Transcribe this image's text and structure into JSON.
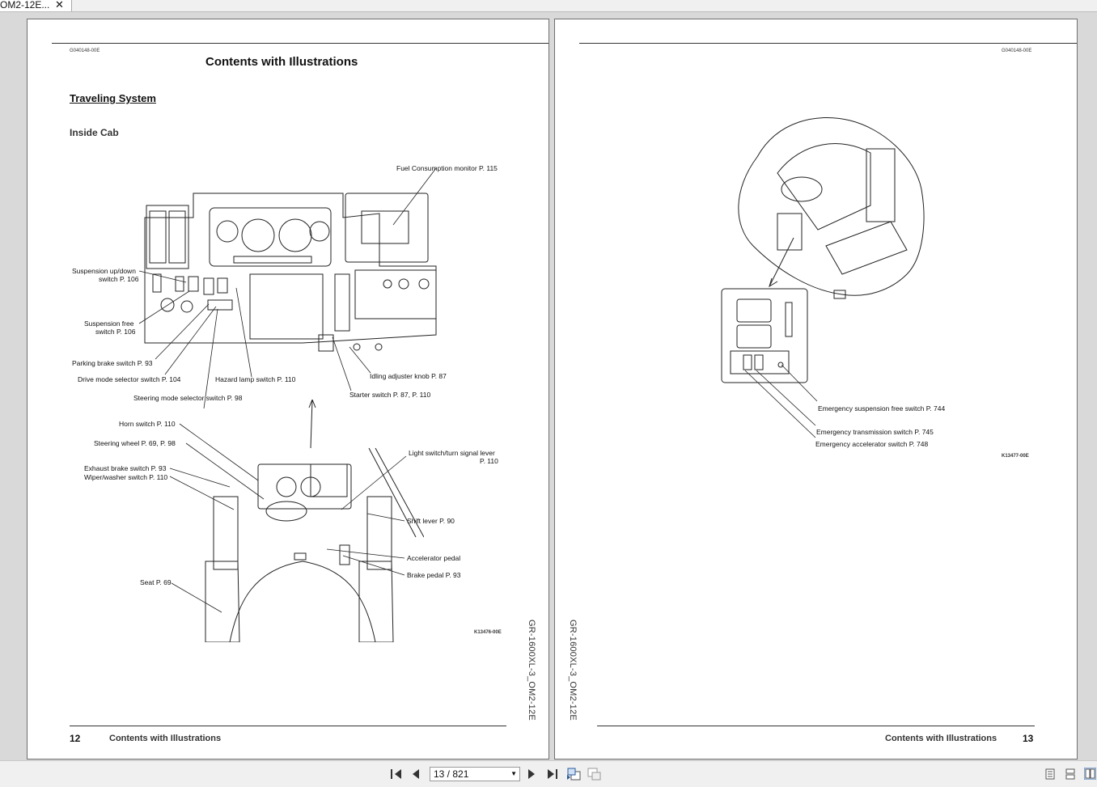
{
  "tab": {
    "title": "OM2-12E...",
    "close_glyph": "✕"
  },
  "left_page": {
    "doc_code": "G040148-00E",
    "heading": "Contents with Illustrations",
    "section": "Traveling System",
    "subsection": "Inside Cab",
    "callouts": {
      "fuel_monitor": "Fuel Consumption monitor P. 115",
      "susp_updown_1": "Suspension up/down",
      "susp_updown_2": "switch P. 106",
      "susp_free_1": "Suspension free",
      "susp_free_2": "switch P. 106",
      "parking_brake": "Parking brake switch P. 93",
      "drive_mode": "Drive mode selector switch P. 104",
      "hazard": "Hazard lamp switch P. 110",
      "idling": "Idling adjuster knob P. 87",
      "steering_mode": "Steering mode selector switch P. 98",
      "starter": "Starter switch P. 87, P. 110",
      "horn": "Horn switch P. 110",
      "steering_wheel": "Steering wheel P. 69, P. 98",
      "exhaust_brake": "Exhaust brake switch P. 93",
      "wiper": "Wiper/washer switch P. 110",
      "light_switch_1": "Light switch/turn signal lever",
      "light_switch_2": "P. 110",
      "shift_lever": "Shift lever P. 90",
      "accelerator": "Accelerator pedal",
      "brake_pedal": "Brake pedal P. 93",
      "seat": "Seat P. 69"
    },
    "figure_code": "K13476-00E",
    "side_label": "GR-1600XL-3_OM2-12E",
    "page_number": "12",
    "footer_title": "Contents with Illustrations"
  },
  "right_page": {
    "doc_code": "G040148-00E",
    "callouts": {
      "emerg_susp": "Emergency suspension free switch P. 744",
      "emerg_trans": "Emergency transmission switch P. 745",
      "emerg_accel": "Emergency accelerator switch P. 748"
    },
    "figure_code": "K13477-00E",
    "side_label": "GR-1600XL-3_OM2-12E",
    "page_number": "13",
    "footer_title": "Contents with Illustrations"
  },
  "toolbar": {
    "page_indicator": "13 / 821",
    "first_icon": "first-page-icon",
    "prev_icon": "previous-page-icon",
    "next_icon": "next-page-icon",
    "last_icon": "last-page-icon"
  }
}
